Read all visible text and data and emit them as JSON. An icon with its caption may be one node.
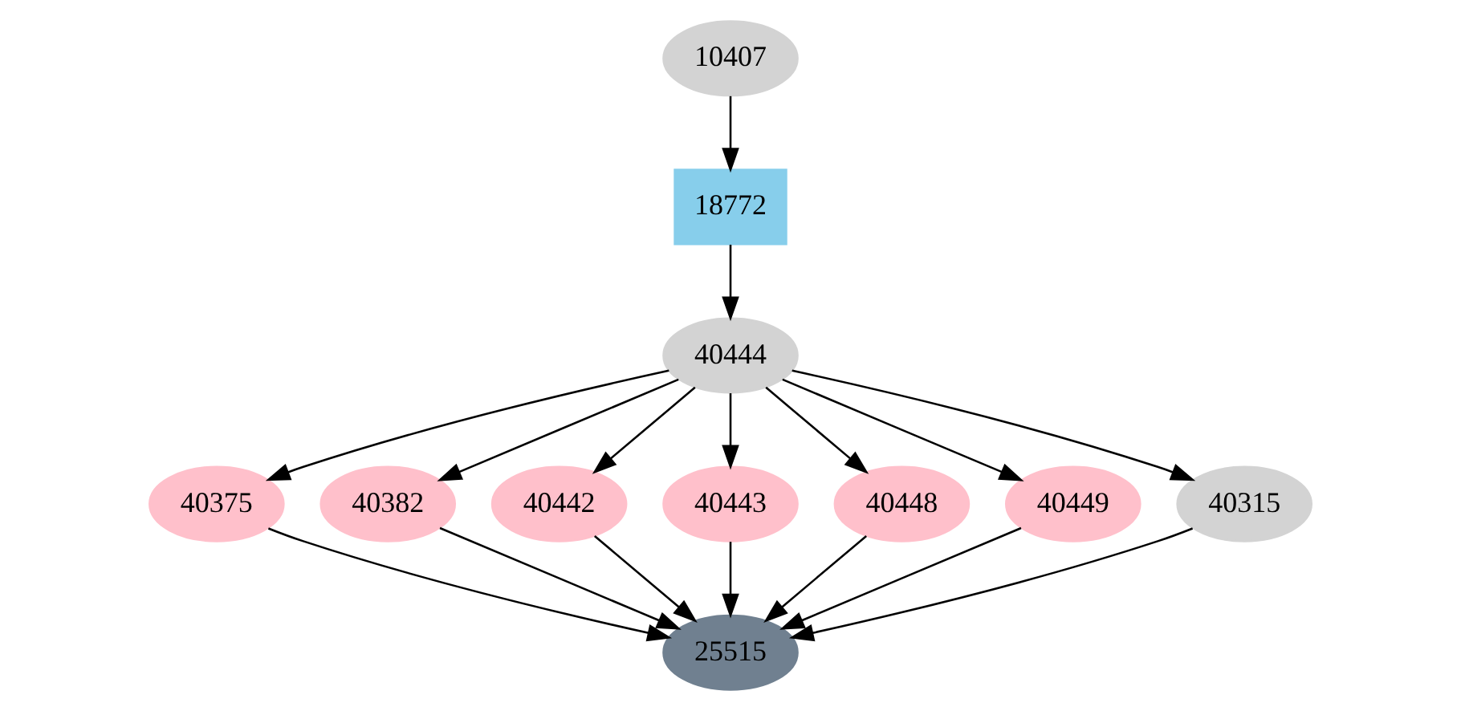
{
  "diagram": {
    "nodes": [
      {
        "text": [
          "10407"
        ]
      },
      {
        "text": [
          "18772"
        ]
      },
      {
        "text": [
          "40444"
        ]
      },
      {
        "text": [
          "40375"
        ]
      },
      {
        "text": [
          "40382"
        ]
      },
      {
        "text": [
          "40442"
        ]
      },
      {
        "text": [
          "40443"
        ]
      },
      {
        "text": [
          "40448"
        ]
      },
      {
        "text": [
          "40449"
        ]
      },
      {
        "text": [
          "40315"
        ]
      },
      {
        "text": [
          "25515"
        ]
      }
    ],
    "edges": [
      {
        "from": 0,
        "to": 1,
        "arrow": "to"
      },
      {
        "from": 1,
        "to": 2,
        "arrow": "to"
      },
      {
        "from": 2,
        "to": 3,
        "arrow": "to"
      },
      {
        "from": 2,
        "to": 4,
        "arrow": "to"
      },
      {
        "from": 2,
        "to": 5,
        "arrow": "to"
      },
      {
        "from": 2,
        "to": 6,
        "arrow": "to"
      },
      {
        "from": 2,
        "to": 7,
        "arrow": "to"
      },
      {
        "from": 2,
        "to": 8,
        "arrow": "to"
      },
      {
        "from": 2,
        "to": 9,
        "arrow": "to"
      },
      {
        "from": 3,
        "to": 10,
        "arrow": "to"
      },
      {
        "from": 4,
        "to": 10,
        "arrow": "to"
      },
      {
        "from": 5,
        "to": 10,
        "arrow": "to"
      },
      {
        "from": 6,
        "to": 10,
        "arrow": "to"
      },
      {
        "from": 7,
        "to": 10,
        "arrow": "to"
      },
      {
        "from": 8,
        "to": 10,
        "arrow": "to"
      },
      {
        "from": 9,
        "to": 10,
        "arrow": "to"
      }
    ]
  }
}
